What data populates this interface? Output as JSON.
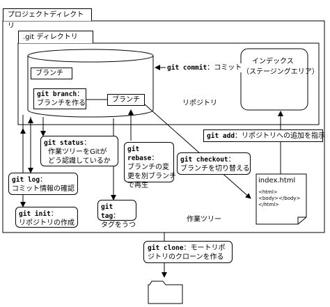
{
  "project_dir": {
    "tab_label": "プロジェクトディレクトリ"
  },
  "git_dir": {
    "tab_label": ".git ディレクトリ"
  },
  "repository": {
    "label": "リポジトリ",
    "branch_top": "ブランチ",
    "branch_right": "ブランチ",
    "git_branch": {
      "command": "git branch",
      "sep": "：",
      "desc": "ブランチを作る"
    }
  },
  "index": {
    "title": "インデックス",
    "subtitle": "（ステージングエリア）"
  },
  "commands": {
    "commit": {
      "command": "git commit",
      "desc": "：コミット"
    },
    "add": {
      "command": "git add",
      "desc": "：リポジトリへの追加を指示"
    },
    "status": {
      "command": "git status",
      "sep": "：",
      "desc": "作業ツリーをGitが\nどう認識しているか"
    },
    "rebase": {
      "command": "git rebase",
      "sep": "：",
      "desc": "ブランチの変\n更を別ブランチ\nで再生"
    },
    "checkout": {
      "command": "git checkout",
      "sep": "：",
      "desc": "ブランチを切り替える"
    },
    "log": {
      "command": "git log",
      "sep": "：",
      "desc": "コミット情報の確認"
    },
    "tag": {
      "command": "git tag",
      "sep": "：",
      "desc": "タグをうつ"
    },
    "init": {
      "command": "git init",
      "sep": "：",
      "desc": "リポジトリの作成"
    },
    "clone": {
      "command": "git clone",
      "desc": "：モートリポ\nジトリのクローンを作る"
    }
  },
  "working_tree": {
    "label": "作業ツリー"
  },
  "file": {
    "name": "index.html",
    "lines": [
      "<html>",
      "<body></body>",
      "</html>"
    ]
  }
}
